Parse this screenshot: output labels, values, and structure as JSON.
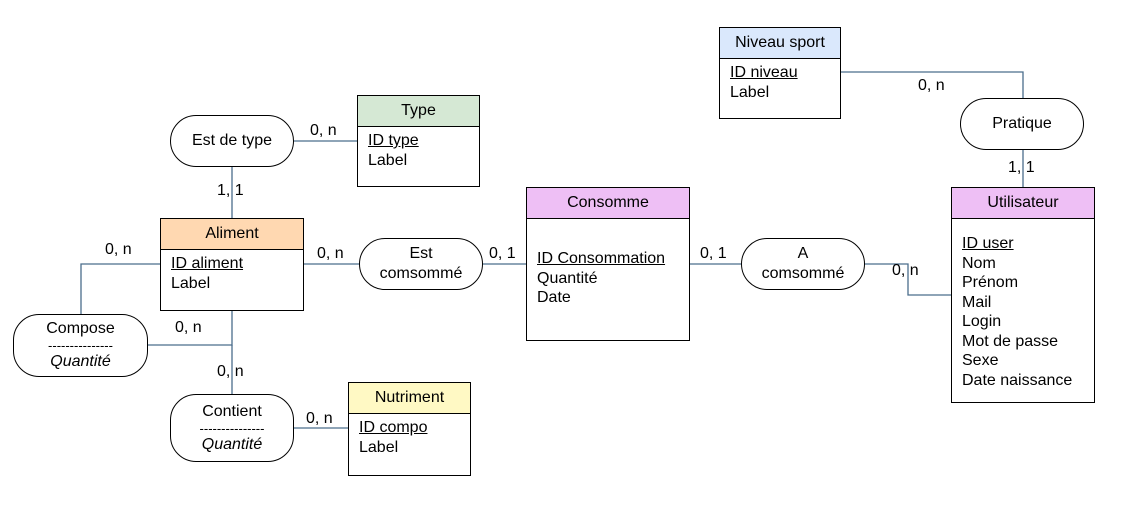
{
  "entities": {
    "type": {
      "name": "Type",
      "color": "#d5e8d4",
      "pk": "ID type",
      "attrs": [
        "Label"
      ]
    },
    "niveau_sport": {
      "name": "Niveau sport",
      "color": "#dae8fc",
      "pk": "ID niveau",
      "attrs": [
        "Label"
      ]
    },
    "aliment": {
      "name": "Aliment",
      "color": "#ffd8b1",
      "pk": "ID aliment",
      "attrs": [
        "Label"
      ]
    },
    "consomme": {
      "name": "Consomme",
      "color": "#eebff5",
      "pk": "ID Consommation",
      "attrs": [
        "Quantité",
        "Date"
      ]
    },
    "utilisateur": {
      "name": "Utilisateur",
      "color": "#eebff5",
      "pk": "ID user",
      "attrs": [
        "Nom",
        "Prénom",
        "Mail",
        "Login",
        "Mot de passe",
        "Sexe",
        "Date naissance"
      ]
    },
    "nutriment": {
      "name": "Nutriment",
      "color": "#fff9c4",
      "pk": "ID compo",
      "attrs": [
        "Label"
      ]
    }
  },
  "relations": {
    "est_de_type": {
      "label": "Est de type"
    },
    "pratique": {
      "label": "Pratique"
    },
    "est_consomme": {
      "line1": "Est",
      "line2": "comsommé"
    },
    "a_consomme": {
      "line1": "A",
      "line2": "comsommé"
    },
    "compose": {
      "label": "Compose",
      "separator": "---------------",
      "attr": "Quantité"
    },
    "contient": {
      "label": "Contient",
      "separator": "---------------",
      "attr": "Quantité"
    }
  },
  "cardinalities": {
    "est_de_type_type": "0, n",
    "est_de_type_aliment": "1, 1",
    "pratique_niveau": "0, n",
    "pratique_utilisateur": "1, 1",
    "aliment_est_consomme": "0, n",
    "est_consomme_consomme": "0, 1",
    "consomme_a_consomme": "0, 1",
    "a_consomme_utilisateur": "0, n",
    "compose_aliment_top": "0, n",
    "compose_aliment_right": "0, n",
    "contient_aliment": "0, n",
    "contient_nutriment": "0, n"
  },
  "colors": {
    "line": "#4a6d8c"
  }
}
